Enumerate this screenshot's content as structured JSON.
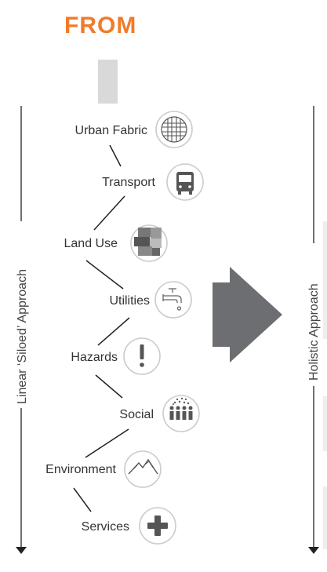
{
  "header": {
    "title": "FROM"
  },
  "left_axis": {
    "label": "Linear ‘Siloed’ Approach"
  },
  "right_axis": {
    "label": "Holistic Approach"
  },
  "items": [
    {
      "label": "Urban Fabric",
      "icon": "grid-icon"
    },
    {
      "label": "Transport",
      "icon": "bus-icon"
    },
    {
      "label": "Land Use",
      "icon": "blocks-icon"
    },
    {
      "label": "Utilities",
      "icon": "faucet-icon"
    },
    {
      "label": "Hazards",
      "icon": "exclamation-icon"
    },
    {
      "label": "Social",
      "icon": "people-icon"
    },
    {
      "label": "Environment",
      "icon": "mountains-icon"
    },
    {
      "label": "Services",
      "icon": "plus-icon"
    }
  ],
  "colors": {
    "accent": "#f07b2a",
    "arrow": "#6d6e71",
    "line": "#222222",
    "icon_ring": "#cccccc",
    "icon_fill": "#555555"
  }
}
